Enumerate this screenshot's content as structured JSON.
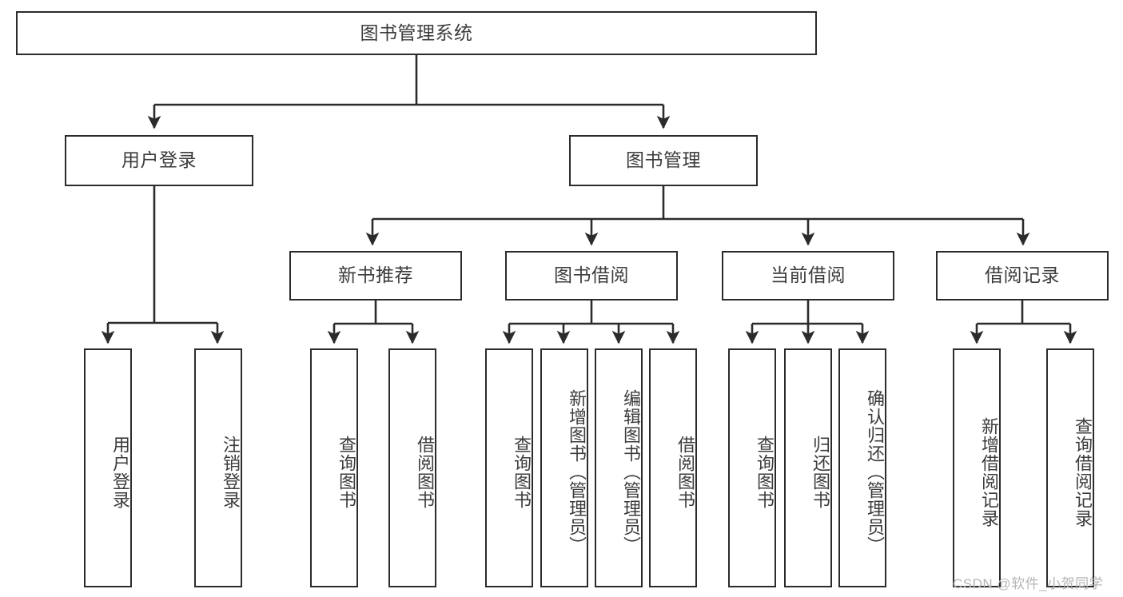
{
  "diagram": {
    "title": "图书管理系统",
    "type": "tree",
    "orientation": "top-down",
    "colors": {
      "background": "#ffffff",
      "node_fill": "#ffffff",
      "node_border": "#2b2b2b",
      "text": "#3c3c3c",
      "edge": "#2b2b2b",
      "watermark": "#b6b6b6"
    },
    "root": {
      "label": "图书管理系统"
    },
    "level2": [
      {
        "id": "user-login",
        "label": "用户登录"
      },
      {
        "id": "book-manage",
        "label": "图书管理"
      }
    ],
    "level3": [
      {
        "id": "new-book-rec",
        "label": "新书推荐",
        "parent": "book-manage"
      },
      {
        "id": "book-borrow",
        "label": "图书借阅",
        "parent": "book-manage"
      },
      {
        "id": "current-borrow",
        "label": "当前借阅",
        "parent": "book-manage"
      },
      {
        "id": "borrow-record",
        "label": "借阅记录",
        "parent": "book-manage"
      }
    ],
    "leaves": [
      {
        "id": "leaf-user-login",
        "label": "用户登录",
        "parent": "user-login"
      },
      {
        "id": "leaf-logout",
        "label": "注销登录",
        "parent": "user-login"
      },
      {
        "id": "leaf-query-book-1",
        "label": "查询图书",
        "parent": "new-book-rec"
      },
      {
        "id": "leaf-borrow-book-1",
        "label": "借阅图书",
        "parent": "new-book-rec"
      },
      {
        "id": "leaf-query-book-2",
        "label": "查询图书",
        "parent": "book-borrow"
      },
      {
        "id": "leaf-add-book",
        "label": "新增图书（管理员）",
        "parent": "book-borrow"
      },
      {
        "id": "leaf-edit-book",
        "label": "编辑图书（管理员）",
        "parent": "book-borrow"
      },
      {
        "id": "leaf-borrow-book-2",
        "label": "借阅图书",
        "parent": "book-borrow"
      },
      {
        "id": "leaf-query-book-3",
        "label": "查询图书",
        "parent": "current-borrow"
      },
      {
        "id": "leaf-return-book",
        "label": "归还图书",
        "parent": "current-borrow"
      },
      {
        "id": "leaf-confirm-return",
        "label": "确认归还（管理员）",
        "parent": "current-borrow"
      },
      {
        "id": "leaf-add-record",
        "label": "新增借阅记录",
        "parent": "borrow-record"
      },
      {
        "id": "leaf-query-record",
        "label": "查询借阅记录",
        "parent": "borrow-record"
      }
    ],
    "watermark": "CSDN @软件_小贺同学"
  }
}
